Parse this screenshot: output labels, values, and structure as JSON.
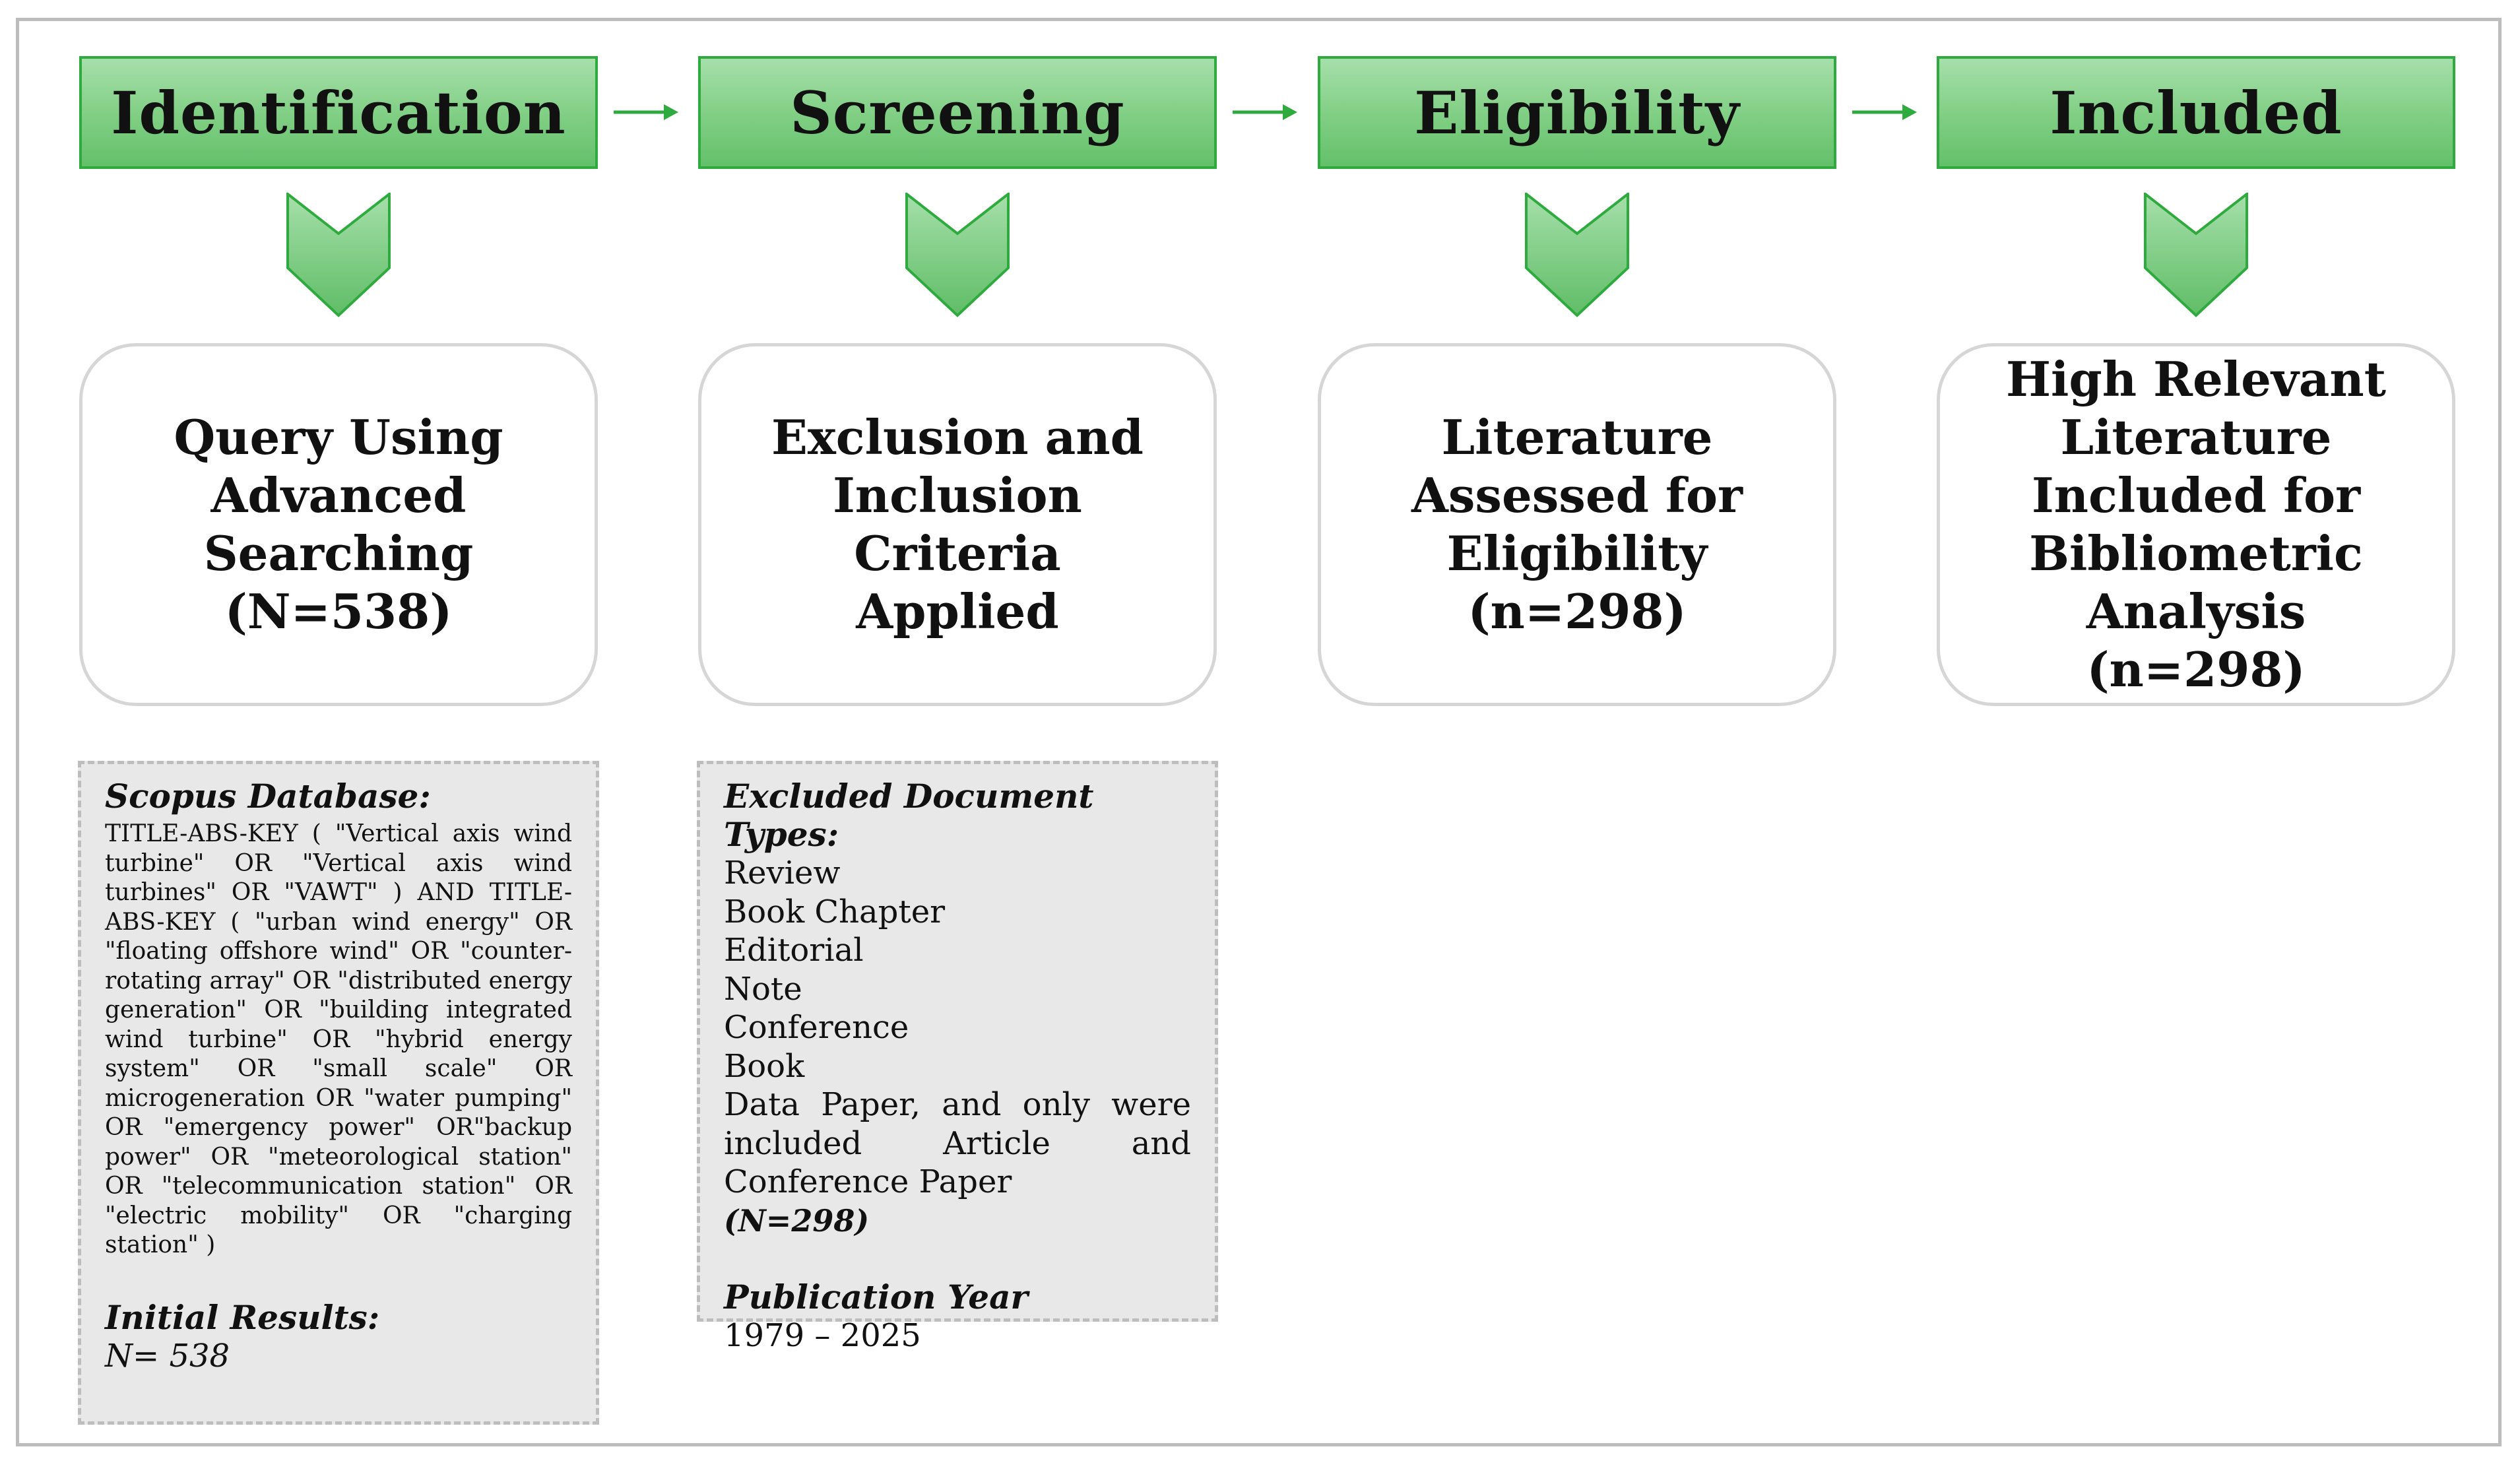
{
  "stages": [
    {
      "label": "Identification"
    },
    {
      "label": "Screening"
    },
    {
      "label": "Eligibility"
    },
    {
      "label": "Included"
    }
  ],
  "boxes": [
    {
      "lines": [
        "Query Using",
        "Advanced",
        "Searching",
        "(N=538)"
      ]
    },
    {
      "lines": [
        "Exclusion and",
        "Inclusion Criteria",
        "Applied"
      ]
    },
    {
      "lines": [
        "Literature",
        "Assessed for",
        "Eligibility",
        "(n=298)"
      ]
    },
    {
      "lines": [
        "High Relevant",
        "Literature",
        "Included for",
        "Bibliometric",
        "Analysis",
        "(n=298)"
      ]
    }
  ],
  "identification_note": {
    "heading": "Scopus Database:",
    "query": "TITLE-ABS-KEY ( \"Vertical axis wind turbine\" OR \"Vertical axis wind turbines\" OR \"VAWT\" ) AND TITLE-ABS-KEY ( \"urban wind energy\" OR \"floating offshore wind\" OR \"counter-rotating array\" OR \"distributed energy generation\" OR \"building integrated wind turbine\" OR \"hybrid energy system\" OR \"small scale\" OR microgeneration OR \"water pumping\" OR \"emergency power\" OR\"backup power\" OR \"meteorological station\" OR \"telecommunication station\" OR \"electric mobility\" OR \"charging station\" )",
    "results_heading": "Initial Results:",
    "results_value": "N= 538"
  },
  "screening_note": {
    "heading": "Excluded Document Types:",
    "items": [
      "Review",
      "Book Chapter",
      "Editorial",
      "Note",
      "Conference",
      "Book"
    ],
    "tail": "Data Paper, and only were included Article and Conference Paper",
    "count": "(N=298)",
    "year_heading": "Publication Year",
    "year_range": "1979 – 2025"
  },
  "colors": {
    "stage_fill": "#7fce83",
    "stage_border": "#2eaa3e",
    "card_border": "#d6d6d6",
    "note_fill": "#e8e8e8",
    "note_border": "#bdbdbd",
    "arrow": "#2eaa3e"
  }
}
